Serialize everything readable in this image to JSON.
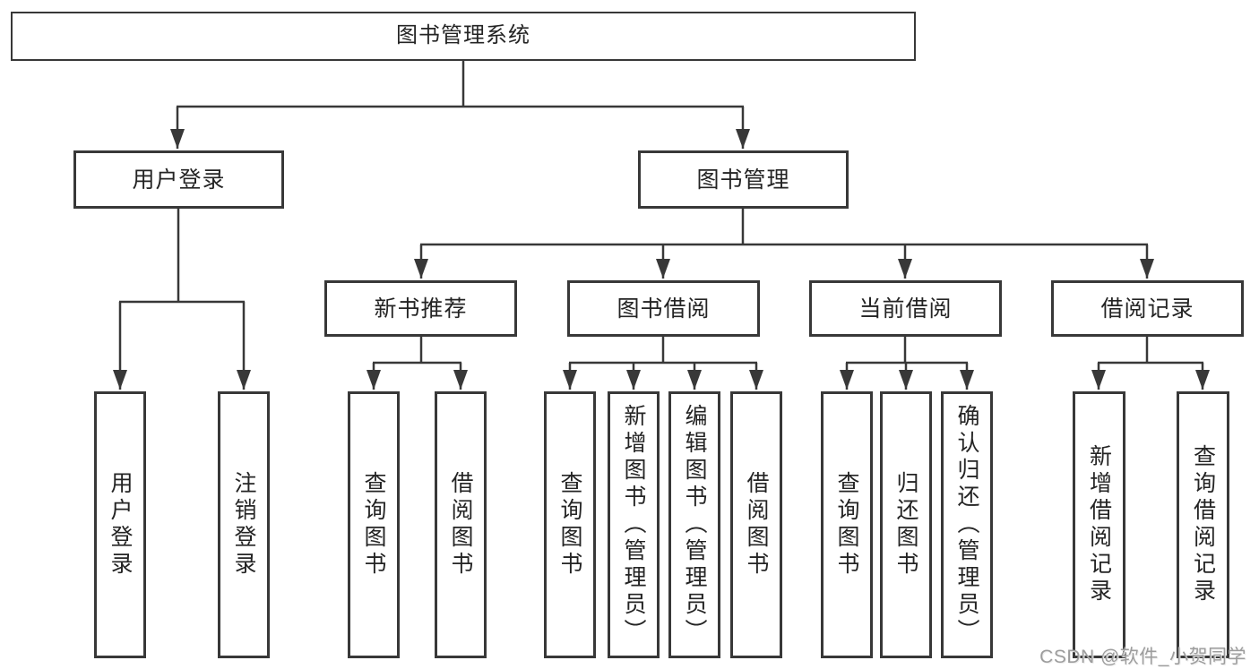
{
  "diagram": {
    "background_color": "#ffffff",
    "line_color": "#383838",
    "box_border_color": "#383838",
    "box_fill_color": "#ffffff",
    "text_color": "#242424",
    "watermark_color": "#9d9d9d",
    "root": {
      "label": "图书管理系统"
    },
    "level2": {
      "user_login": {
        "label": "用户登录",
        "parent": "图书管理系统"
      },
      "book_management": {
        "label": "图书管理",
        "parent": "图书管理系统"
      }
    },
    "level3": {
      "new_book_recommend": {
        "label": "新书推荐",
        "parent": "图书管理"
      },
      "book_borrow": {
        "label": "图书借阅",
        "parent": "图书管理"
      },
      "current_borrow": {
        "label": "当前借阅",
        "parent": "图书管理"
      },
      "borrow_record": {
        "label": "借阅记录",
        "parent": "图书管理"
      }
    },
    "leaves": {
      "user_login": {
        "label": "用户登录",
        "parent": "用户登录"
      },
      "logout": {
        "label": "注销登录",
        "parent": "用户登录"
      },
      "recommend_query_books": {
        "label": "查询图书",
        "parent": "新书推荐"
      },
      "recommend_borrow_books": {
        "label": "借阅图书",
        "parent": "新书推荐"
      },
      "borrow_query_books": {
        "label": "查询图书",
        "parent": "图书借阅"
      },
      "borrow_add_books_admin": {
        "label": "新增图书（管理员）",
        "parent": "图书借阅"
      },
      "borrow_edit_books_admin": {
        "label": "编辑图书（管理员）",
        "parent": "图书借阅"
      },
      "borrow_borrow_books": {
        "label": "借阅图书",
        "parent": "图书借阅"
      },
      "current_query_books": {
        "label": "查询图书",
        "parent": "当前借阅"
      },
      "current_return_books": {
        "label": "归还图书",
        "parent": "当前借阅"
      },
      "current_confirm_return_admin": {
        "label": "确认归还（管理员）",
        "parent": "当前借阅"
      },
      "record_add_borrow_record": {
        "label": "新增借阅记录",
        "parent": "借阅记录"
      },
      "record_query_borrow_record": {
        "label": "查询借阅记录",
        "parent": "借阅记录"
      }
    },
    "watermark": "CSDN @软件_小贺同学"
  }
}
